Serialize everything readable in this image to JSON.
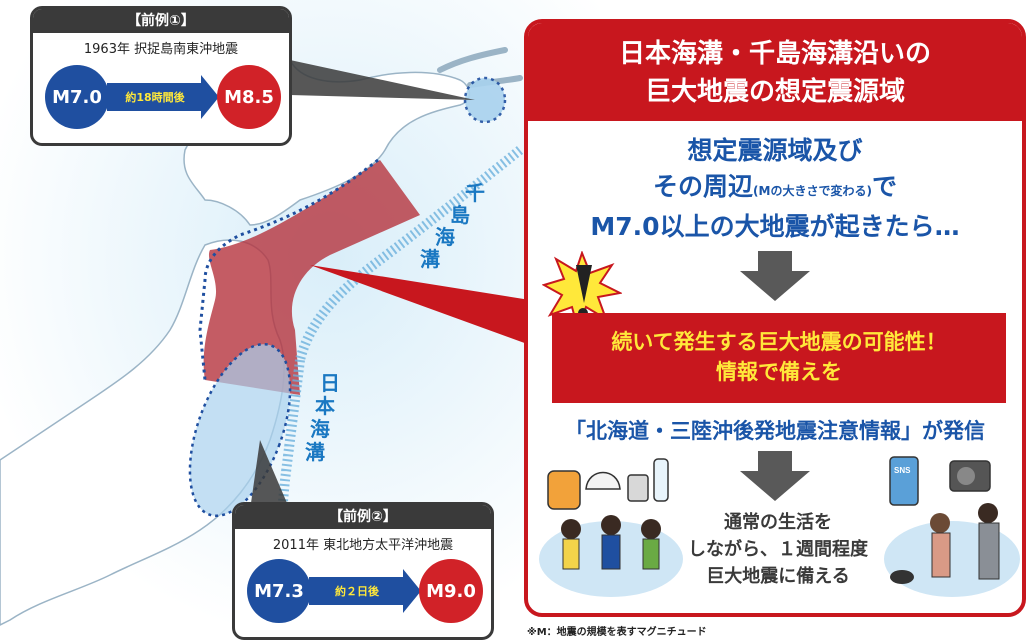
{
  "example1": {
    "header": "【前例①】",
    "event": "1963年 択捉島南東沖地震",
    "from_magnitude": "M7.0",
    "interval": "約18時間後",
    "to_magnitude": "M8.5"
  },
  "example2": {
    "header": "【前例②】",
    "event": "2011年 東北地方太平洋沖地震",
    "from_magnitude": "M7.3",
    "interval": "約２日後",
    "to_magnitude": "M9.0"
  },
  "map": {
    "trench_label_1": [
      "千",
      "島",
      "海",
      "溝"
    ],
    "trench_label_2": [
      "日",
      "本",
      "海",
      "溝"
    ]
  },
  "panel": {
    "title_line1": "日本海溝・千島海溝沿いの",
    "title_line2": "巨大地震の想定震源域",
    "cond_line1": "想定震源域及び",
    "cond_line2a": "その周辺",
    "cond_line2_small": "(Mの大きさで変わる)",
    "cond_line2b": "で",
    "cond_line3": "M7.0以上の大地震が起きたら…",
    "warning_line1": "続いて発生する巨大地震の可能性！",
    "warning_line2": "情報で備えを",
    "announcement": "「北海道・三陸沖後発地震注意情報」が発信",
    "advice_line1": "通常の生活を",
    "advice_line2": "しながら、１週間程度",
    "advice_line3": "巨大地震に備える",
    "sns_label": "SNS"
  },
  "footnote": "※M：地震の規模を表すマグニチュード",
  "colors": {
    "accent_red": "#c8171e",
    "deep_blue": "#1f4fa0",
    "text_blue": "#1a55a8",
    "highlight_yellow": "#ffe83a",
    "sea_blue": "#cfe6f5"
  }
}
